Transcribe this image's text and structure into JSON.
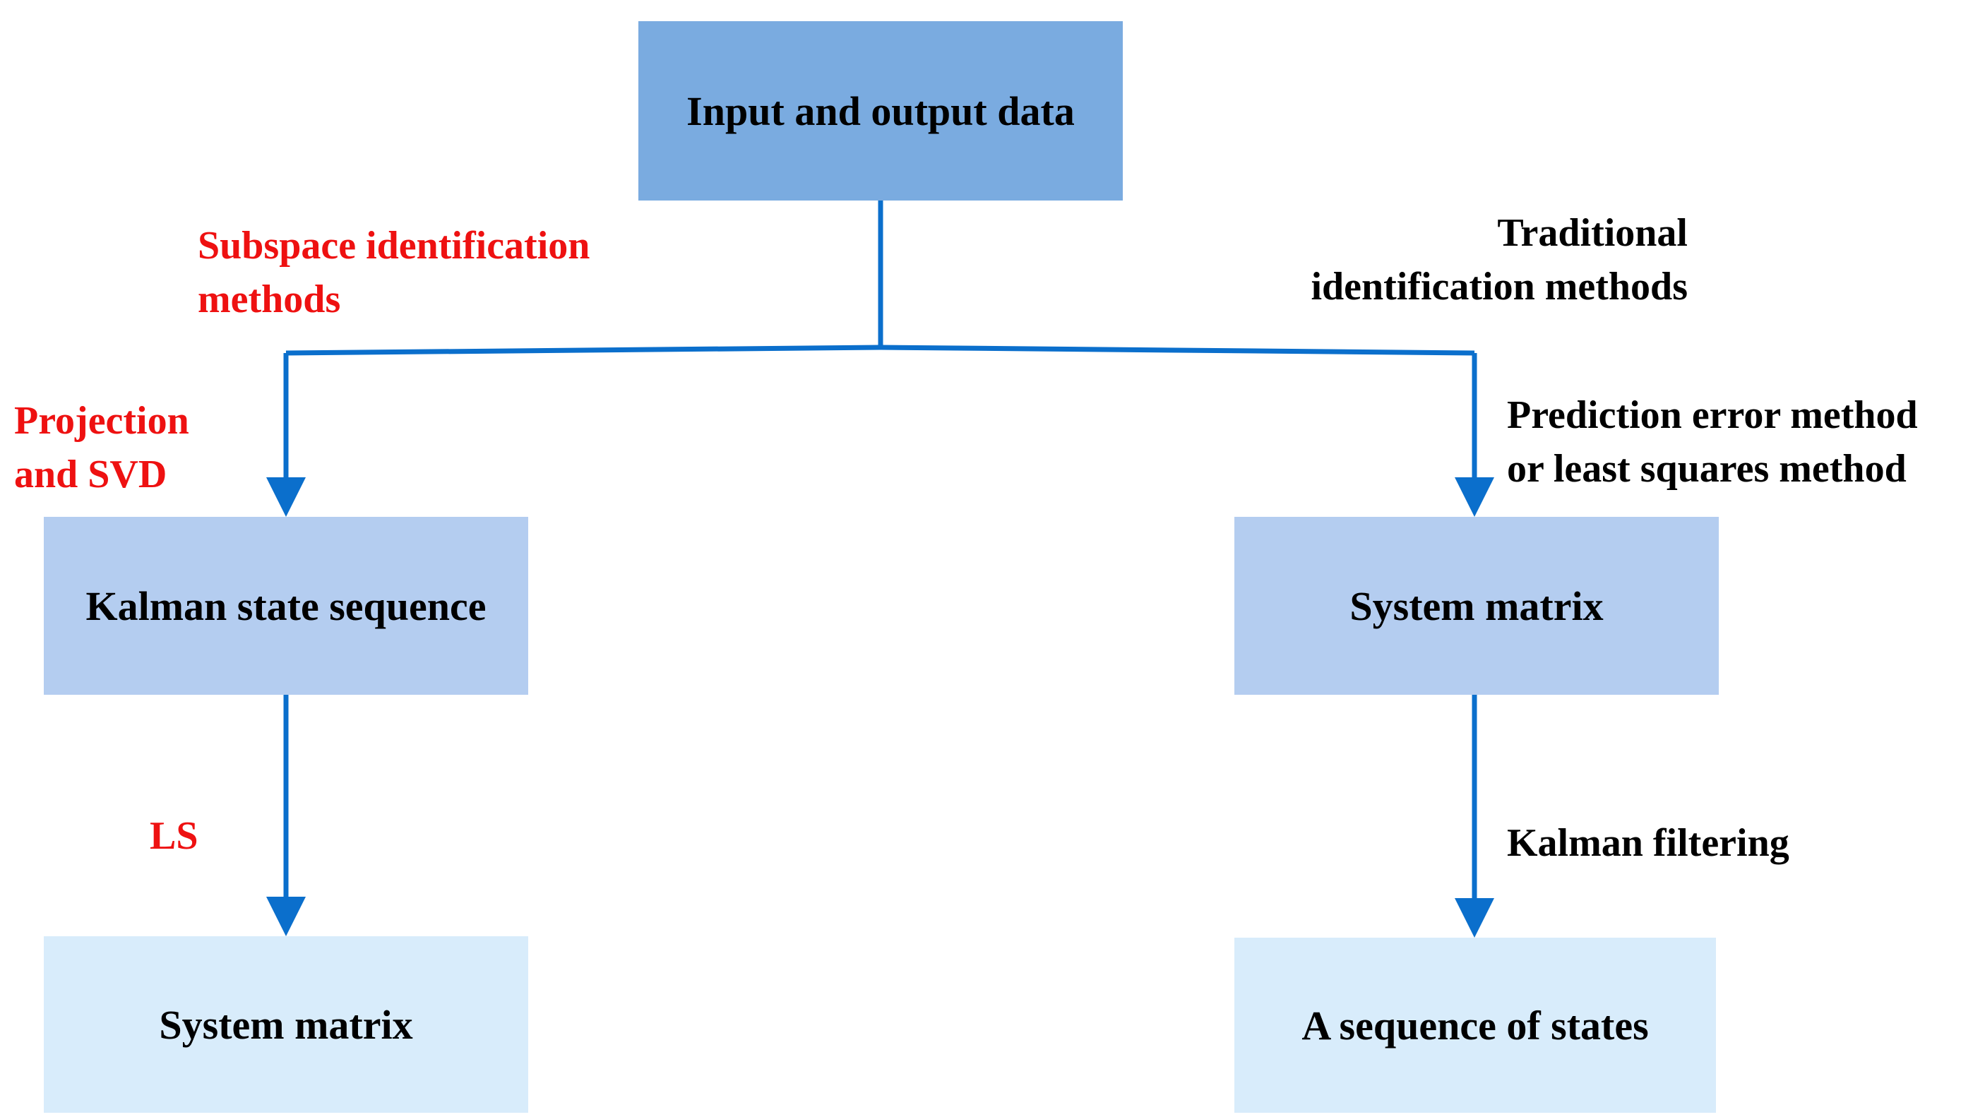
{
  "colors": {
    "top_box": "#7aabe0",
    "mid_box": "#b4cdf0",
    "bottom_box": "#d8ecfb",
    "connector": "#0b6fcc",
    "red_text": "#ee1111",
    "black_text": "#000000"
  },
  "nodes": {
    "input_output": "Input and output data",
    "kalman_state_sequence": "Kalman state sequence",
    "system_matrix_right": "System matrix",
    "system_matrix_left": "System matrix",
    "sequence_of_states": "A sequence of states"
  },
  "edge_labels": {
    "subspace_line1": "Subspace identification",
    "subspace_line2": "methods",
    "projection_line1": "Projection",
    "projection_line2": "and SVD",
    "ls": "LS",
    "traditional_line1": "Traditional",
    "traditional_line2": "identification methods",
    "prediction_line1": "Prediction error method",
    "prediction_line2": "or least squares method",
    "kalman_filtering": "Kalman filtering"
  }
}
